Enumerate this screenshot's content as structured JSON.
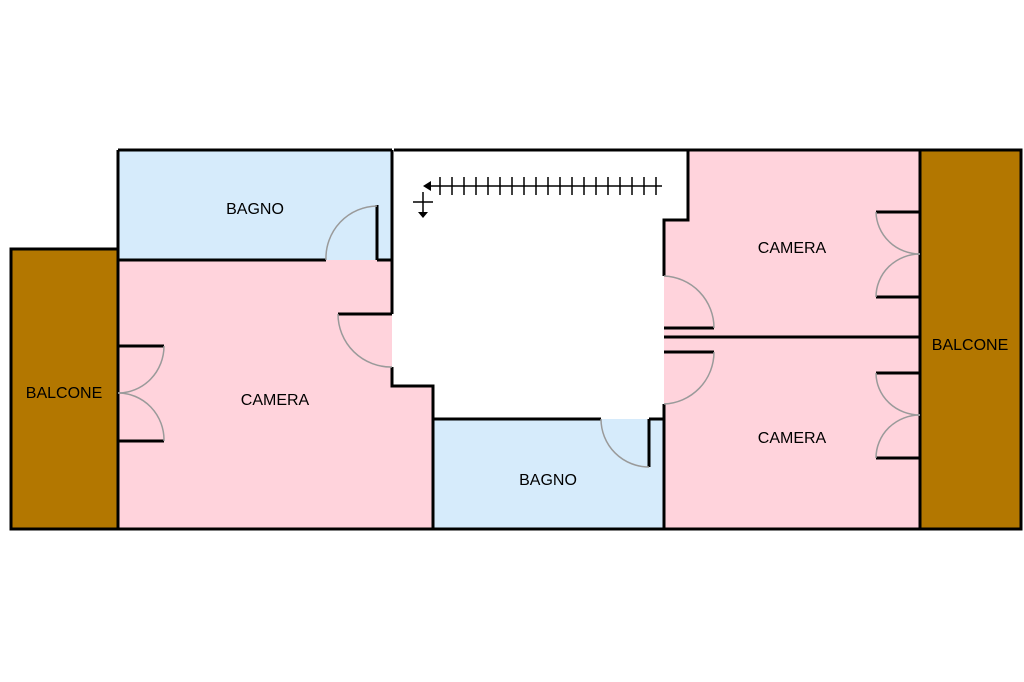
{
  "colors": {
    "balcony": "#b37700",
    "bedroom": "#ffd3dc",
    "bathroom": "#d6ebfb",
    "hall": "#ffffff",
    "wall": "#000000",
    "door": "#9a9a9a"
  },
  "rooms": {
    "balcone_left": "BALCONE",
    "bagno_top": "BAGNO",
    "camera_left": "CAMERA",
    "bagno_bottom": "BAGNO",
    "camera_top_right": "CAMERA",
    "camera_bottom_right": "CAMERA",
    "balcone_right": "BALCONE"
  },
  "icons": {
    "stairs": "stairs-arrow-icon"
  }
}
